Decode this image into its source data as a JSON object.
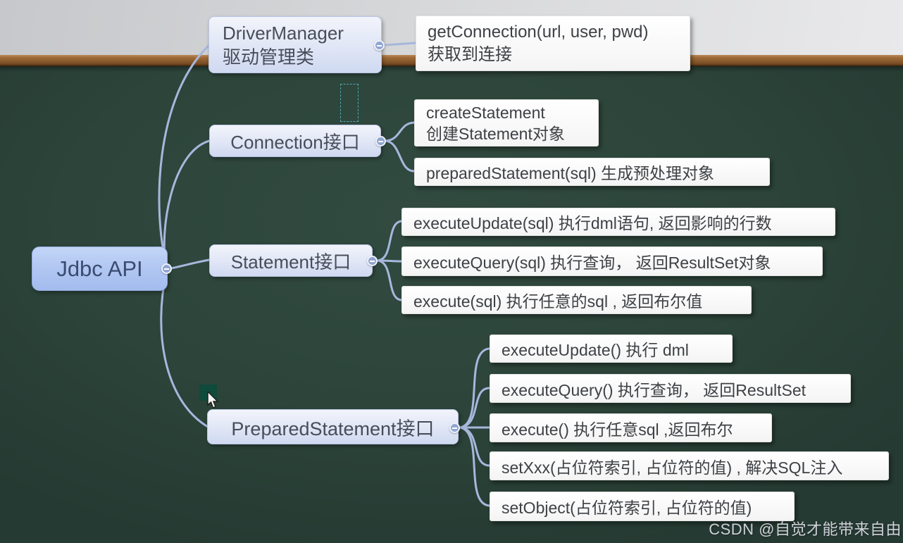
{
  "watermark": {
    "text": "CSDN @自觉才能带来自由"
  },
  "colors": {
    "board_green": "#2c443a",
    "wood_rail_brown": "#8a5a2c",
    "wall_gray": "#d6d7d9",
    "root_node_blue": "#b1c7f2",
    "branch_node_fill": "#e0e6f6",
    "leaf_node_white": "#ffffff",
    "connector_line": "#a7b7dc",
    "collapse_circle": "#91a5d0",
    "dashed_marquee_teal": "#4fa8ae"
  },
  "mindmap": {
    "root": {
      "label": "Jdbc API"
    },
    "branches": [
      {
        "line1": "DriverManager",
        "line2": "驱动管理类",
        "children": [
          {
            "line1": "getConnection(url, user, pwd)",
            "line2": "获取到连接"
          }
        ]
      },
      {
        "label": "Connection接口",
        "children": [
          {
            "line1": "createStatement",
            "line2": "创建Statement对象"
          },
          {
            "label": "preparedStatement(sql) 生成预处理对象"
          }
        ]
      },
      {
        "label": "Statement接口",
        "children": [
          {
            "label": "executeUpdate(sql) 执行dml语句, 返回影响的行数"
          },
          {
            "label": "executeQuery(sql) 执行查询， 返回ResultSet对象"
          },
          {
            "label": "execute(sql) 执行任意的sql , 返回布尔值"
          }
        ]
      },
      {
        "label": "PreparedStatement接口",
        "children": [
          {
            "label": "executeUpdate() 执行 dml"
          },
          {
            "label": "executeQuery() 执行查询， 返回ResultSet"
          },
          {
            "label": "execute() 执行任意sql ,返回布尔"
          },
          {
            "label": "setXxx(占位符索引, 占位符的值) , 解决SQL注入"
          },
          {
            "label": "setObject(占位符索引, 占位符的值)"
          }
        ]
      }
    ]
  }
}
